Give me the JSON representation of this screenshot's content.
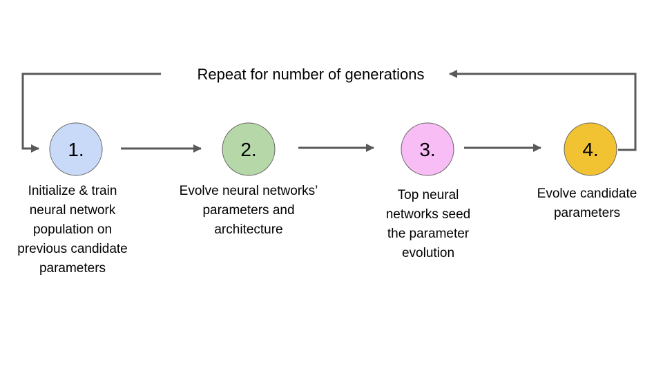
{
  "title": "Repeat for number of generations",
  "steps": [
    {
      "number": "1.",
      "label": "Initialize & train\nneural network\npopulation on\nprevious candidate\nparameters",
      "color": "#c9daf8"
    },
    {
      "number": "2.",
      "label": "Evolve neural networks’\nparameters and\narchitecture",
      "color": "#b6d7a8"
    },
    {
      "number": "3.",
      "label": "Top neural\nnetworks seed\nthe parameter\nevolution",
      "color": "#f9bdf6"
    },
    {
      "number": "4.",
      "label": "Evolve candidate\nparameters",
      "color": "#f1c232"
    }
  ],
  "colors": {
    "arrow": "#595959",
    "circle_border": "#616161",
    "text": "#000000",
    "background": "#ffffff"
  }
}
